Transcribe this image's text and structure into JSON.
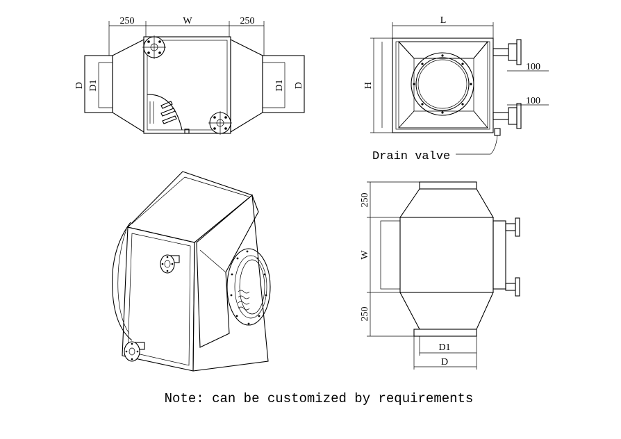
{
  "top_view": {
    "dim_inlet_length": "250",
    "dim_width": "W",
    "dim_outlet_length": "250",
    "dim_duct_outer": "D",
    "dim_duct_inner": "D1"
  },
  "side_view": {
    "dim_length": "L",
    "dim_height": "H",
    "dim_pipe_offset_top": "100",
    "dim_pipe_offset_bottom": "100",
    "drain_label": "Drain valve"
  },
  "plan_view": {
    "dim_inlet_length": "250",
    "dim_width": "W",
    "dim_outlet_length": "250",
    "dim_duct_inner": "D1",
    "dim_duct_outer": "D"
  },
  "note": "Note: can be customized by requirements"
}
